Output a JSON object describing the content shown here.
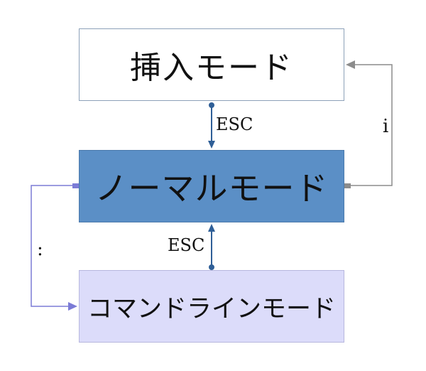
{
  "nodes": {
    "insert": {
      "label": "挿入モード"
    },
    "normal": {
      "label": "ノーマルモード"
    },
    "command": {
      "label": "コマンドラインモード"
    }
  },
  "edges": {
    "insert_to_normal": {
      "label": "ESC"
    },
    "command_to_normal": {
      "label": "ESC"
    },
    "normal_to_insert": {
      "label": "i"
    },
    "normal_to_command": {
      "label": ":"
    }
  },
  "colors": {
    "normal_fill": "#5b8fc6",
    "command_fill": "#dcdcfa",
    "insert_fill": "#ffffff",
    "esc_arrow": "#2f5f97",
    "i_arrow": "#8c8c8c",
    "colon_arrow": "#7b7bd6"
  }
}
